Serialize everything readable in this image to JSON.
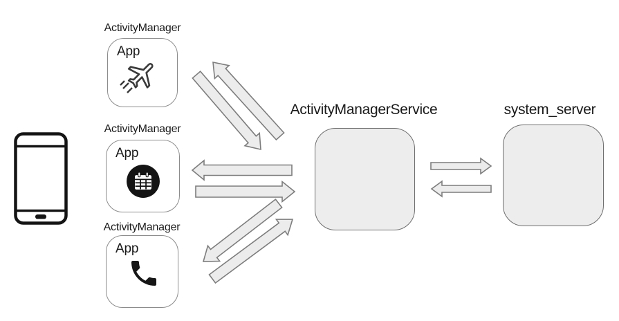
{
  "diagram": {
    "device": {
      "icon": "smartphone-icon"
    },
    "apps": [
      {
        "label": "ActivityManager",
        "box_text": "App",
        "icon": "airplane-takeoff-icon"
      },
      {
        "label": "ActivityManager",
        "box_text": "App",
        "icon": "calendar-icon"
      },
      {
        "label": "ActivityManager",
        "box_text": "App",
        "icon": "phone-handset-icon"
      }
    ],
    "service_label": "ActivityManagerService",
    "server_label": "system_server",
    "connections": [
      {
        "from": "App (airplane)",
        "to": "ActivityManagerService",
        "bidirectional": true
      },
      {
        "from": "App (calendar)",
        "to": "ActivityManagerService",
        "bidirectional": true
      },
      {
        "from": "App (phone)",
        "to": "ActivityManagerService",
        "bidirectional": true
      },
      {
        "from": "ActivityManagerService",
        "to": "system_server",
        "bidirectional": true
      }
    ],
    "colors": {
      "background": "#ffffff",
      "node_fill": "#ededed",
      "node_stroke": "#6e6e6e",
      "app_box_stroke": "#8c8c8c",
      "arrow_fill": "#ececec",
      "arrow_stroke": "#7d7d7d",
      "text": "#1a1a1a",
      "icon_black": "#141414"
    }
  }
}
